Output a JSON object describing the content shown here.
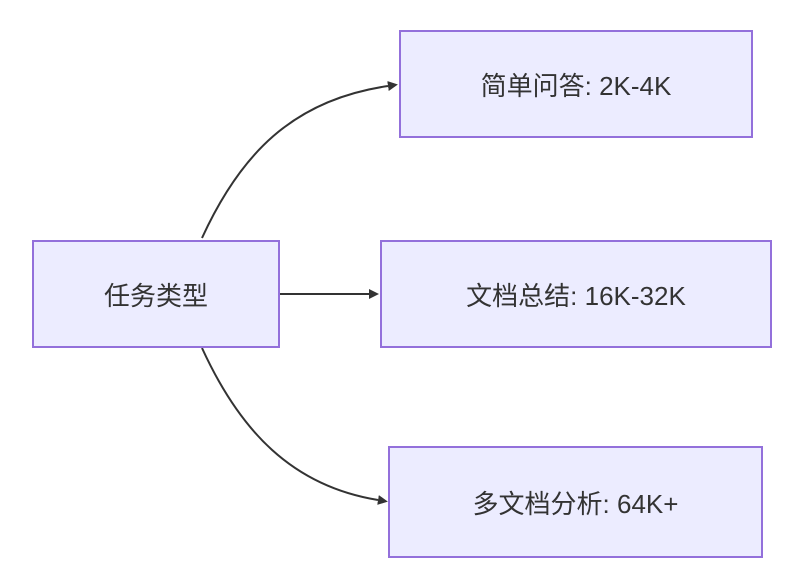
{
  "diagram": {
    "type": "flowchart",
    "direction": "left-to-right",
    "root": {
      "id": "task-type",
      "label": "任务类型"
    },
    "branches": [
      {
        "id": "simple-qa",
        "label": "简单问答: 2K-4K"
      },
      {
        "id": "doc-summary",
        "label": "文档总结: 16K-32K"
      },
      {
        "id": "multi-doc-analysis",
        "label": "多文档分析: 64K+"
      }
    ],
    "edges": [
      {
        "from": "task-type",
        "to": "simple-qa"
      },
      {
        "from": "task-type",
        "to": "doc-summary"
      },
      {
        "from": "task-type",
        "to": "multi-doc-analysis"
      }
    ],
    "colors": {
      "node_fill": "#ECECFF",
      "node_border": "#9370DB",
      "edge_stroke": "#333333",
      "text": "#333333",
      "background": "#FFFFFF"
    }
  }
}
